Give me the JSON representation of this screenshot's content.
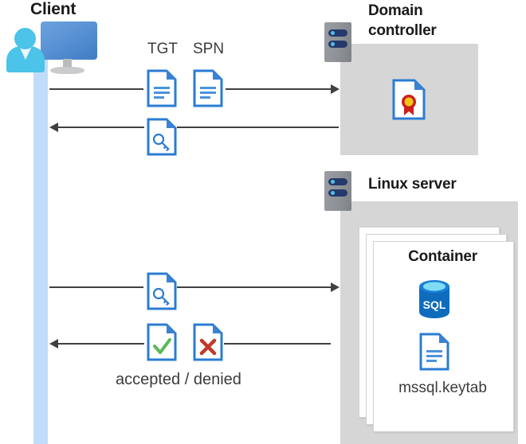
{
  "diagram": {
    "title_client": "Client",
    "title_domain_controller": "Domain\ncontroller",
    "title_domain_controller_line1": "Domain",
    "title_domain_controller_line2": "controller",
    "title_linux_server": "Linux server",
    "title_container": "Container",
    "label_tgt": "TGT",
    "label_spn": "SPN",
    "label_keytab_file": "mssql.keytab",
    "label_sql": "SQL",
    "label_accepted_denied": "accepted / denied",
    "flows": [
      {
        "id": "flow-1",
        "direction": "right",
        "from": "Client",
        "to": "Domain controller",
        "icons": [
          "TGT document",
          "SPN document"
        ]
      },
      {
        "id": "flow-2",
        "direction": "left",
        "from": "Domain controller",
        "to": "Client",
        "icons": [
          "ticket/key document"
        ]
      },
      {
        "id": "flow-3",
        "direction": "right",
        "from": "Client",
        "to": "Linux server",
        "icons": [
          "ticket/key document"
        ]
      },
      {
        "id": "flow-4",
        "direction": "left",
        "from": "Linux server",
        "to": "Client",
        "icons": [
          "accepted document",
          "denied document"
        ]
      }
    ],
    "colors": {
      "lifeline": "#c0dcfb",
      "panel_gray": "#d6d6d6",
      "doc_blue": "#2b7cd3",
      "doc_fold": "#3a82d2",
      "arrow": "#404040",
      "accent_cyan": "#4cc3e8",
      "check_green": "#5cb85c",
      "cross_red": "#c0392b",
      "cert_gold": "#f5c518",
      "cert_red": "#cc1f1f",
      "sql_blue": "#0f6cbd",
      "server_navy": "#25396b",
      "text_dark": "#1a1a1a"
    }
  }
}
